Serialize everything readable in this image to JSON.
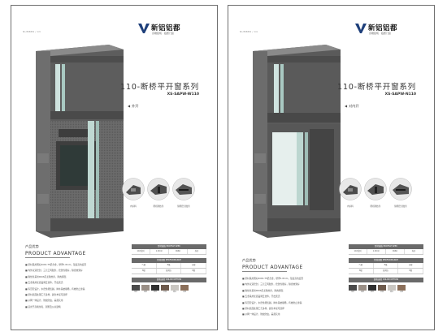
{
  "pages": [
    {
      "number": "NUMBER / 03",
      "brand": {
        "name": "新铝铝都",
        "slogan": "高端建筑 · 铝质门窗"
      },
      "title": "110-断桥平开窗系列",
      "model": "XS-SAPW-W110",
      "opening": "外开",
      "details": [
        "内扣料",
        "断桥隔热条",
        "隔断密封胶条"
      ],
      "advantage": {
        "zh": "产品优势",
        "en": "PRODUCT ADVANTAGE"
      },
      "bullets": [
        "■ 型材采用国标6063-T5铝合金，壁厚1.8mm，强度高抗变形",
        "■ 内外双道密封，三元乙丙胶条，密封性能好，隔音效果好",
        "■ 隔热条采用PA66尼龙隔热条，隔热保温",
        "■ 五金采用优质品牌五金件，开启灵活",
        "■ 等压腔设计，水密性能优越，排水系统顺畅，有效防止渗漏",
        "■ 型材表面处理工艺多样，颜色丰富可选择",
        "■ 纱网一体设计，防蚊防虫，美观实用",
        "■ 适用于高端住宅、别墅及公共建筑"
      ],
      "table1": {
        "header": "型材规格 PROFILE SPEC",
        "cells": [
          "110系列",
          "1.8mm",
          "PA66",
          "外开"
        ]
      },
      "table2": {
        "header": "性能参数 PERFORMANCE",
        "cells": [
          "气密",
          "8级",
          "水密",
          "6级",
          "抗风压",
          "9级"
        ]
      },
      "table3": {
        "header": "颜色选择 COLOR OPTION"
      },
      "colors": [
        "#4a4a4a",
        "#9a8f86",
        "#2f2f2f",
        "#6d5a4c",
        "#c9c6c1",
        "#8b6f5a"
      ],
      "color_labels": [
        "深灰",
        "香槟",
        "黑色",
        "木纹",
        "银白",
        "古铜"
      ]
    },
    {
      "number": "NUMBER / 04",
      "brand": {
        "name": "新铝铝都",
        "slogan": "高端建筑 · 铝质门窗"
      },
      "title": "110-断桥平开窗系列",
      "model": "XS-SAPW-N110",
      "opening": "对内开",
      "details": [
        "内扣料",
        "断桥隔热条",
        "隔断密封胶条"
      ],
      "advantage": {
        "zh": "产品优势",
        "en": "PRODUCT ADVANTAGE"
      },
      "bullets": [
        "■ 型材采用国标6063-T5铝合金，壁厚1.8mm，强度高抗变形",
        "■ 内外双道密封，三元乙丙胶条，密封性能好，隔音效果好",
        "■ 隔热条采用PA66尼龙隔热条，隔热保温",
        "■ 五金采用优质品牌五金件，开启灵活",
        "■ 等压腔设计，水密性能优越，排水系统顺畅，有效防止渗漏",
        "■ 型材表面处理工艺多样，颜色丰富可选择",
        "■ 纱网一体设计，防蚊防虫，美观实用"
      ],
      "table1": {
        "header": "型材规格 PROFILE SPEC",
        "cells": [
          "110系列",
          "1.8mm",
          "PA66",
          "内开"
        ]
      },
      "table2": {
        "header": "性能参数 PERFORMANCE",
        "cells": [
          "气密",
          "8级",
          "水密",
          "6级",
          "抗风压",
          "9级"
        ]
      },
      "table3": {
        "header": "颜色选择 COLOR OPTION"
      },
      "colors": [
        "#4a4a4a",
        "#9a8f86",
        "#2f2f2f",
        "#6d5a4c",
        "#c9c6c1",
        "#8b6f5a"
      ],
      "color_labels": [
        "深灰",
        "香槟",
        "黑色",
        "木纹",
        "银白",
        "古铜"
      ]
    }
  ]
}
